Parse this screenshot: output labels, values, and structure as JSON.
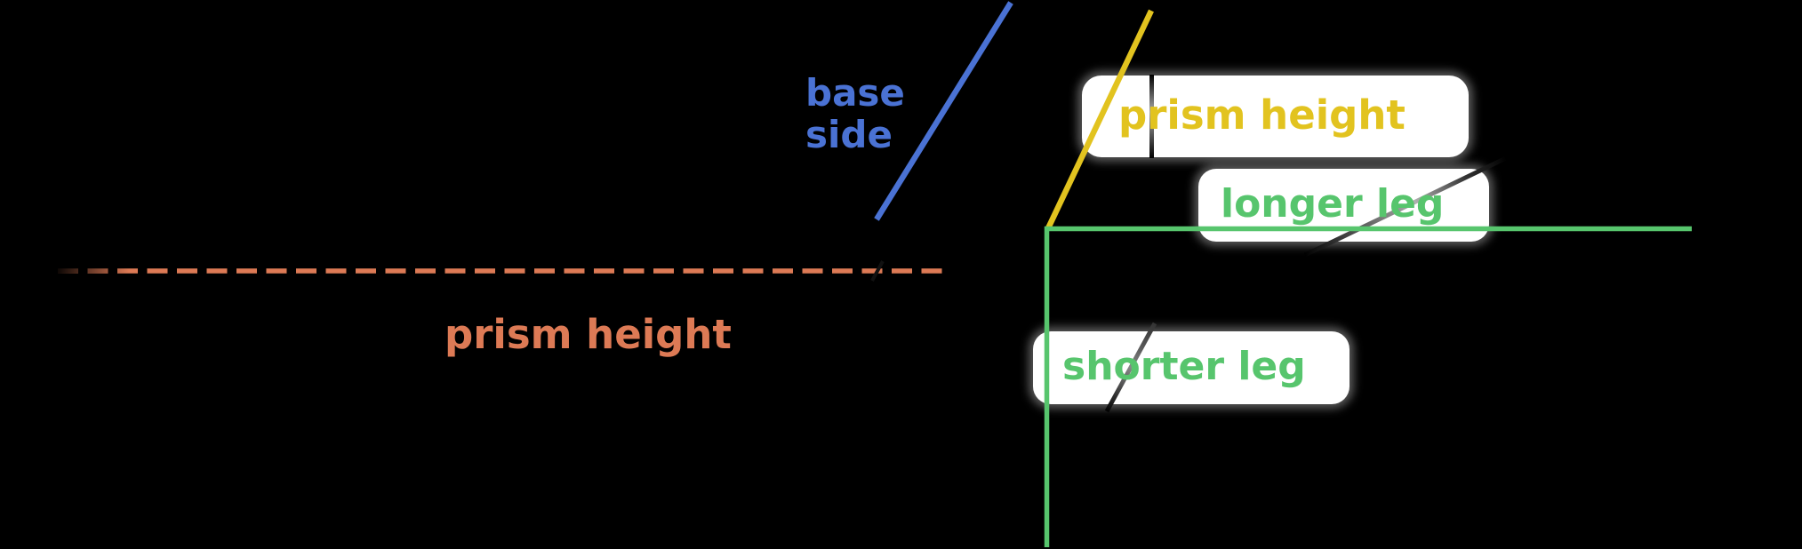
{
  "canvas": {
    "background": "#000000"
  },
  "left_figure": {
    "base_side_label": {
      "line1": "base",
      "line2": "side"
    },
    "prism_height_label": {
      "text": "prism height"
    }
  },
  "right_figure": {
    "prism_height_label": {
      "text": "prism height"
    },
    "longer_leg_label": {
      "text": "longer leg"
    },
    "shorter_leg_label": {
      "text": "shorter leg"
    }
  },
  "colors": {
    "base_side_blue": "#4a72d4",
    "prism_height_yellow": "#e2c31f",
    "leg_green": "#57c56d",
    "prism_height_orange": "#dd7a55",
    "label_box_white": "#ffffff",
    "hidden_edge_black": "#000000"
  }
}
